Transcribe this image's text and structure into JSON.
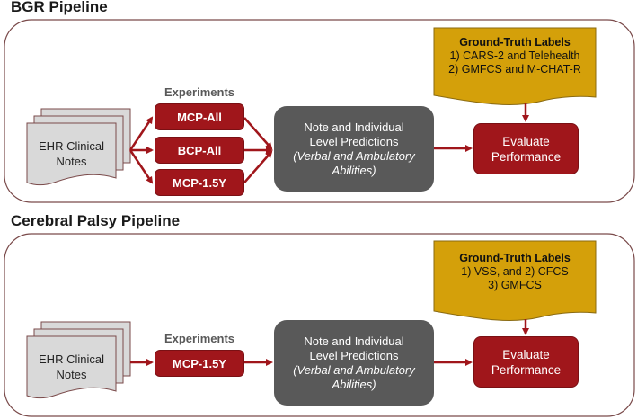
{
  "colors": {
    "accent_red": "#a0161b",
    "gray_box": "#595959",
    "gold": "#d4a00a",
    "doc_gray": "#d9d9d9",
    "frame": "#7a4a4a"
  },
  "pipelines": [
    {
      "title": "BGR Pipeline",
      "source": {
        "line1": "EHR Clinical",
        "line2": "Notes"
      },
      "experiments_title": "Experiments",
      "experiments": [
        "MCP-All",
        "BCP-All",
        "MCP-1.5Y"
      ],
      "predictions": {
        "line1": "Note and Individual",
        "line2": "Level Predictions",
        "line3": "(Verbal and Ambulatory",
        "line4": "Abilities)"
      },
      "ground_truth": {
        "title": "Ground-Truth Labels",
        "line1": "1) CARS-2 and Telehealth",
        "line2": "2) GMFCS and M-CHAT-R"
      },
      "evaluate": {
        "line1": "Evaluate",
        "line2": "Performance"
      }
    },
    {
      "title": "Cerebral Palsy Pipeline",
      "source": {
        "line1": "EHR Clinical",
        "line2": "Notes"
      },
      "experiments_title": "Experiments",
      "experiments": [
        "MCP-1.5Y"
      ],
      "predictions": {
        "line1": "Note and Individual",
        "line2": "Level Predictions",
        "line3": "(Verbal and Ambulatory",
        "line4": "Abilities)"
      },
      "ground_truth": {
        "title": "Ground-Truth Labels",
        "line1": "1) VSS, and 2) CFCS",
        "line2": "3) GMFCS"
      },
      "evaluate": {
        "line1": "Evaluate",
        "line2": "Performance"
      }
    }
  ]
}
